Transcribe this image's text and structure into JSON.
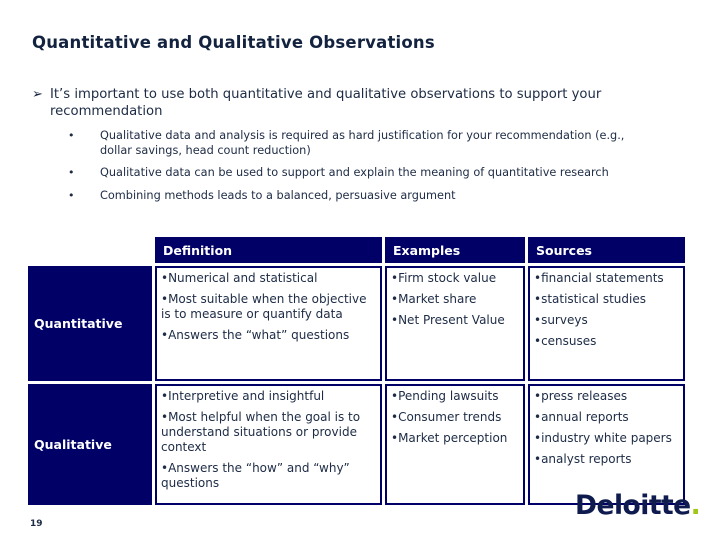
{
  "slide": {
    "title": "Quantitative and Qualitative Observations",
    "page_number": "19"
  },
  "intro": {
    "bullet_glyph": "➢",
    "text": "It’s important to use both quantitative and qualitative observations to support your recommendation",
    "sub_bullet_glyph": "•",
    "sub_bullets": [
      "Qualitative data and analysis is required as hard justification for your recommendation (e.g., dollar savings, head count reduction)",
      "Qualitative data can be used to support and explain the meaning of quantitative research",
      "Combining methods leads to a balanced, persuasive argument"
    ]
  },
  "table": {
    "column_headers": [
      "Definition",
      "Examples",
      "Sources"
    ],
    "rows": [
      {
        "label": "Quantitative",
        "definition": [
          "•Numerical and statistical",
          "•Most suitable when the objective is to measure or quantify data",
          "•Answers the “what” questions"
        ],
        "examples": [
          "•Firm stock value",
          "•Market share",
          "•Net Present Value"
        ],
        "sources": [
          "•financial statements",
          "•statistical studies",
          "•surveys",
          "•censuses"
        ]
      },
      {
        "label": "Qualitative",
        "definition": [
          "•Interpretive and insightful",
          "•Most helpful when the goal is to understand situations or provide context",
          "•Answers the “how” and “why” questions"
        ],
        "examples": [
          "•Pending lawsuits",
          "•Consumer trends",
          "•Market perception"
        ],
        "sources": [
          "•press releases",
          "•annual reports",
          "•industry white papers",
          "•analyst reports"
        ]
      }
    ]
  },
  "logo": {
    "wordmark": "Deloitte",
    "dot": "."
  },
  "colors": {
    "table_navy": "#000066",
    "body_text": "#1d2b45",
    "title_text": "#13233f",
    "logo_navy": "#0f1b4e",
    "logo_green": "#a2c617",
    "header_text": "#ffffff"
  }
}
